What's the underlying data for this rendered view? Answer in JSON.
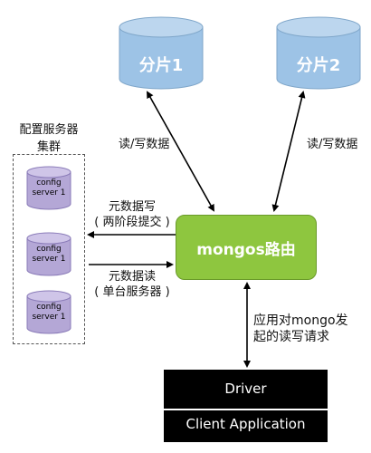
{
  "shards": [
    {
      "label": "分片1"
    },
    {
      "label": "分片2"
    }
  ],
  "rw_label_left": "读/写数据",
  "rw_label_right": "读/写数据",
  "config_cluster": {
    "title_line1": "配置服务器",
    "title_line2": "集群",
    "servers": [
      {
        "line1": "config",
        "line2": "server 1"
      },
      {
        "line1": "config",
        "line2": "server 1"
      },
      {
        "line1": "config",
        "line2": "server 1"
      }
    ]
  },
  "meta_write": {
    "line1": "元数据写",
    "line2": "( 两阶段提交 )"
  },
  "meta_read": {
    "line1": "元数据读",
    "line2": "( 单台服务器 )"
  },
  "mongos": {
    "label": "mongos路由"
  },
  "app_request": {
    "line1": "应用对mongo发",
    "line2": "起的读写请求"
  },
  "driver": {
    "line1": "Driver",
    "line2": "Client Application"
  },
  "colors": {
    "shard": "#9dc3e6",
    "config": "#b4a7d6",
    "mongos": "#8ec63f",
    "driver": "#000000"
  }
}
